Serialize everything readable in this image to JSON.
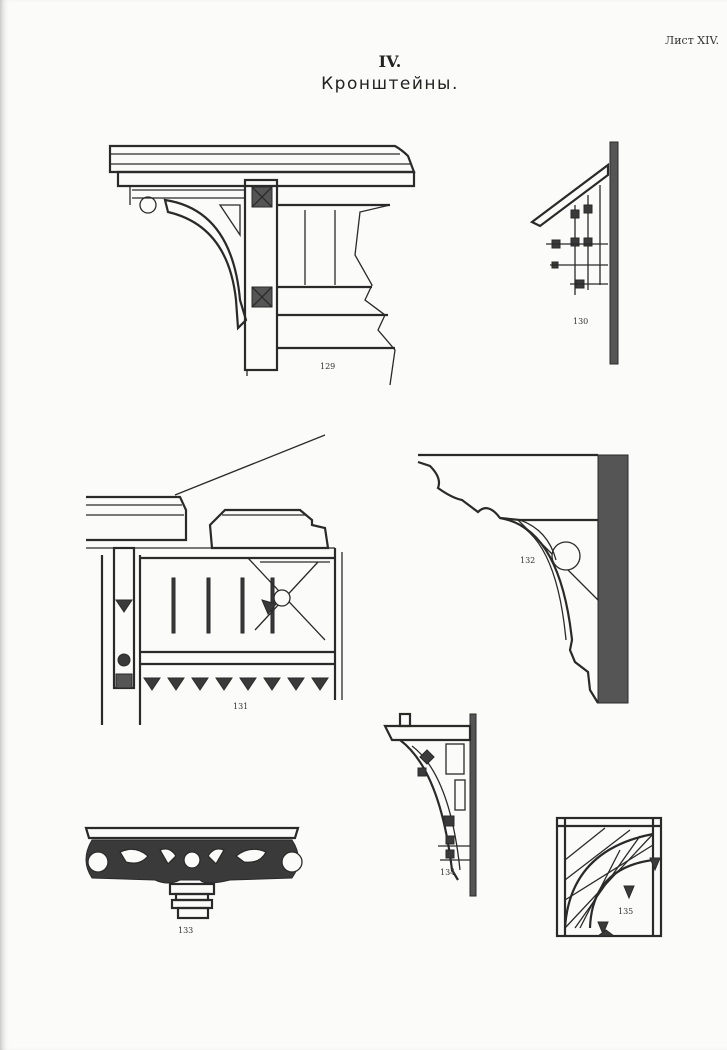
{
  "sheet_label": "Лист XIV.",
  "numeral": "IV.",
  "title": "Кронштейны.",
  "figures": [
    {
      "number": "129"
    },
    {
      "number": "130"
    },
    {
      "number": "131"
    },
    {
      "number": "132"
    },
    {
      "number": "133"
    },
    {
      "number": "134"
    },
    {
      "number": "135"
    }
  ]
}
